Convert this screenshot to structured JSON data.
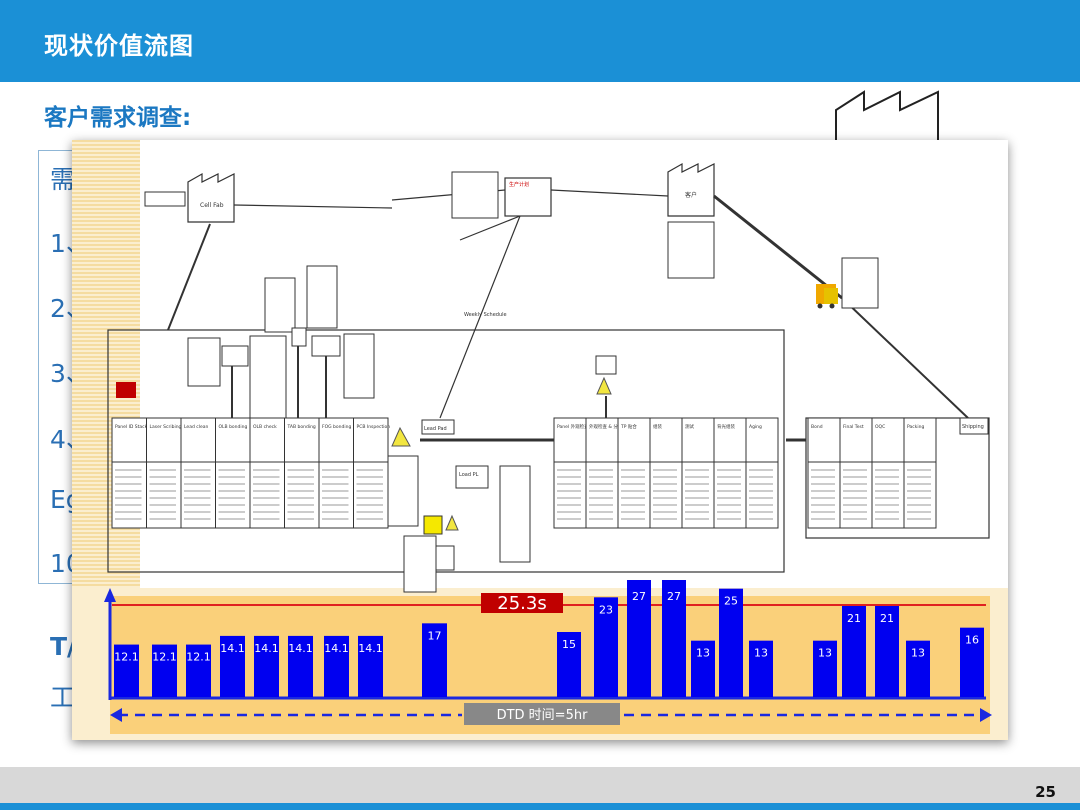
{
  "header": {
    "title": "现状价值流图",
    "subtitle": "客户需求调查:"
  },
  "left_fragments": [
    "需",
    "1、",
    "2、",
    "3、",
    "4、",
    "Eg",
    "10"
  ],
  "left_lower": [
    "T/",
    "工"
  ],
  "page_number": "25",
  "vsm": {
    "supplier_label": "Cell Fab",
    "customer_label": "客户",
    "control_label": "生产计划",
    "weekly_label": "Weekly Schedule",
    "stages": [
      "Panel ID Stack",
      "Laser Scribing Cut",
      "Lead clean",
      "OLB bonding",
      "OLB check",
      "TAB bonding",
      "FOG bonding",
      "PCB Inspection"
    ],
    "stages2": [
      "Panel 外观检查 & 包装",
      "外观检查 & 分选",
      "TP 贴合",
      "组装",
      "测试",
      "背光组装",
      "Aging"
    ],
    "stages3": [
      "Bond",
      "Final Test",
      "OQC",
      "Packing"
    ],
    "stage_lead": "Lead Pad",
    "stage_small": "Load PL",
    "stage_ship": "Shipping"
  },
  "chart_data": {
    "type": "bar",
    "takt": 25.3,
    "takt_label": "25.3s",
    "dtd_label": "DTD 时间=5hr",
    "series": [
      {
        "values": [
          12.1,
          12.1,
          12.1,
          14.1,
          14.1,
          14.1,
          14.1,
          14.1,
          17,
          15,
          23,
          27,
          27,
          13,
          25,
          13,
          13,
          21,
          21,
          13,
          16
        ]
      }
    ],
    "ylim": [
      0,
      27
    ]
  },
  "colors": {
    "blue": "#1b90d6",
    "bar": "#0000f0",
    "takt": "#e02020",
    "chart_bg": "#fad07a"
  }
}
